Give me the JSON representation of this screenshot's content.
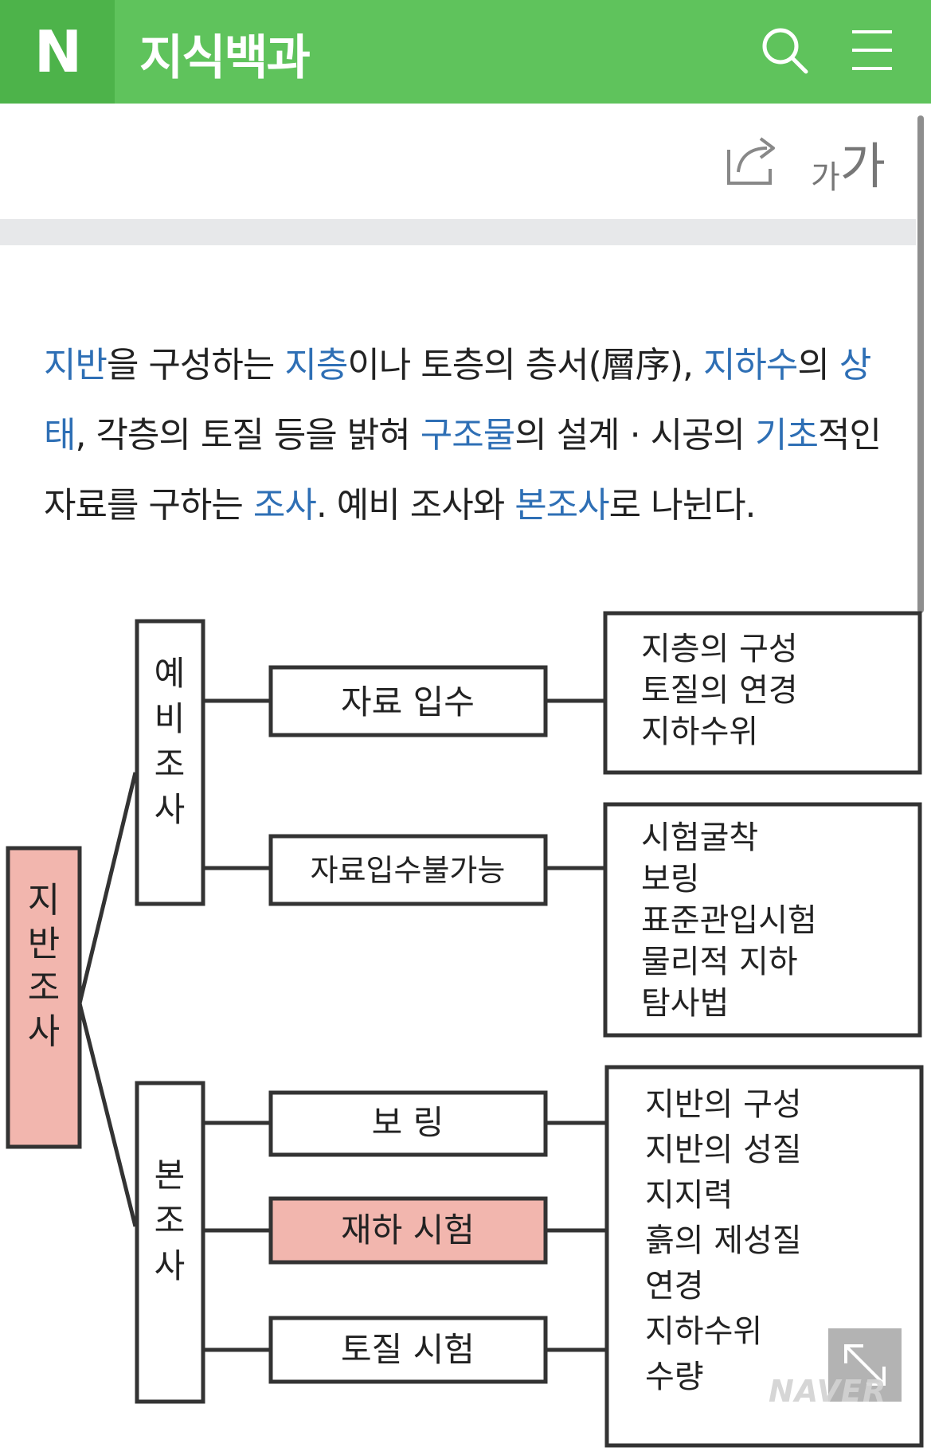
{
  "header": {
    "logo_letter": "N",
    "title": "지식백과",
    "accent_color": "#5fc35c",
    "icons": [
      "search-icon",
      "menu-icon"
    ]
  },
  "toolbar": {
    "share_icon": "share-icon",
    "font_small": "가",
    "font_large": "가"
  },
  "article": {
    "segments": [
      {
        "text": "지반",
        "link": true
      },
      {
        "text": "을 구성하는 ",
        "link": false
      },
      {
        "text": "지층",
        "link": true
      },
      {
        "text": "이나 토층의 층서(層序), ",
        "link": false
      },
      {
        "text": "지하수",
        "link": true
      },
      {
        "text": "의 ",
        "link": false
      },
      {
        "text": "상태",
        "link": true
      },
      {
        "text": ", 각층의 토질 등을 밝혀 ",
        "link": false
      },
      {
        "text": "구조물",
        "link": true
      },
      {
        "text": "의 설계 · 시공의 ",
        "link": false
      },
      {
        "text": "기초",
        "link": true
      },
      {
        "text": "적인 자료를 구하는 ",
        "link": false
      },
      {
        "text": "조사",
        "link": true
      },
      {
        "text": ". 예비 조사와 ",
        "link": false
      },
      {
        "text": "본조사",
        "link": true
      },
      {
        "text": "로 나뉜다.",
        "link": false
      }
    ]
  },
  "diagram": {
    "root": "지반조사",
    "branches": [
      {
        "label": "예비조사",
        "children": [
          {
            "label": "자료 입수",
            "details": [
              "지층의 구성",
              "토질의 연경",
              "지하수위"
            ]
          },
          {
            "label": "자료입수불가능",
            "details": [
              "시험굴착",
              "보링",
              "표준관입시험",
              "물리적 지하",
              "탐사법"
            ]
          }
        ]
      },
      {
        "label": "본조사",
        "children": [
          {
            "label": "보 링",
            "highlight": false
          },
          {
            "label": "재하 시험",
            "highlight": true
          },
          {
            "label": "토질 시험",
            "highlight": false
          }
        ],
        "details": [
          "지반의 구성",
          "지반의 성질",
          "지지력",
          "흙의 제성질",
          "연경",
          "지하수위",
          "수량"
        ]
      }
    ],
    "highlight_color": "#f2b6ae"
  },
  "viewer": {
    "expand_icon": "expand-icon",
    "watermark": "NAVER"
  }
}
